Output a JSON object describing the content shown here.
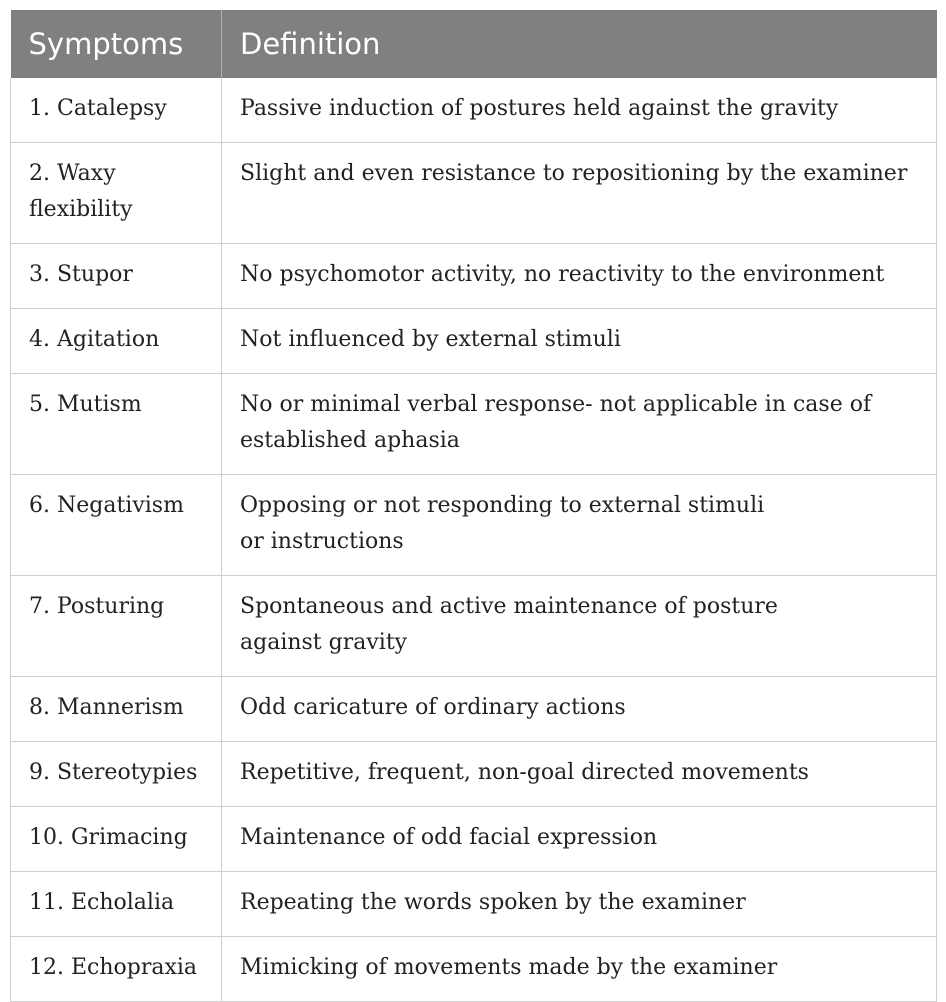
{
  "table": {
    "headers": [
      "Symptoms",
      "Definition"
    ],
    "rows": [
      {
        "symptom": "1. Catalepsy",
        "definition": "Passive induction of postures held against the gravity"
      },
      {
        "symptom": "2. Waxy\nflexibility",
        "definition": "Slight and even resistance to repositioning by the examiner"
      },
      {
        "symptom": "3. Stupor",
        "definition": "No psychomotor activity, no reactivity to the environment"
      },
      {
        "symptom": "4. Agitation",
        "definition": "Not influenced by external stimuli"
      },
      {
        "symptom": "5. Mutism",
        "definition": "No or minimal verbal response- not applicable in case of\nestablished aphasia"
      },
      {
        "symptom": "6. Negativism",
        "definition": "Opposing or not responding to external stimuli\nor instructions"
      },
      {
        "symptom": "7. Posturing",
        "definition": "Spontaneous and active maintenance of posture\nagainst gravity"
      },
      {
        "symptom": "8. Mannerism",
        "definition": "Odd caricature of ordinary actions"
      },
      {
        "symptom": "9. Stereotypies",
        "definition": "Repetitive, frequent, non-goal directed movements"
      },
      {
        "symptom": "10. Grimacing",
        "definition": "Maintenance of odd facial expression"
      },
      {
        "symptom": "11. Echolalia",
        "definition": "Repeating the words spoken by the examiner"
      },
      {
        "symptom": "12. Echopraxia",
        "definition": "Mimicking of movements made by the examiner"
      }
    ]
  }
}
